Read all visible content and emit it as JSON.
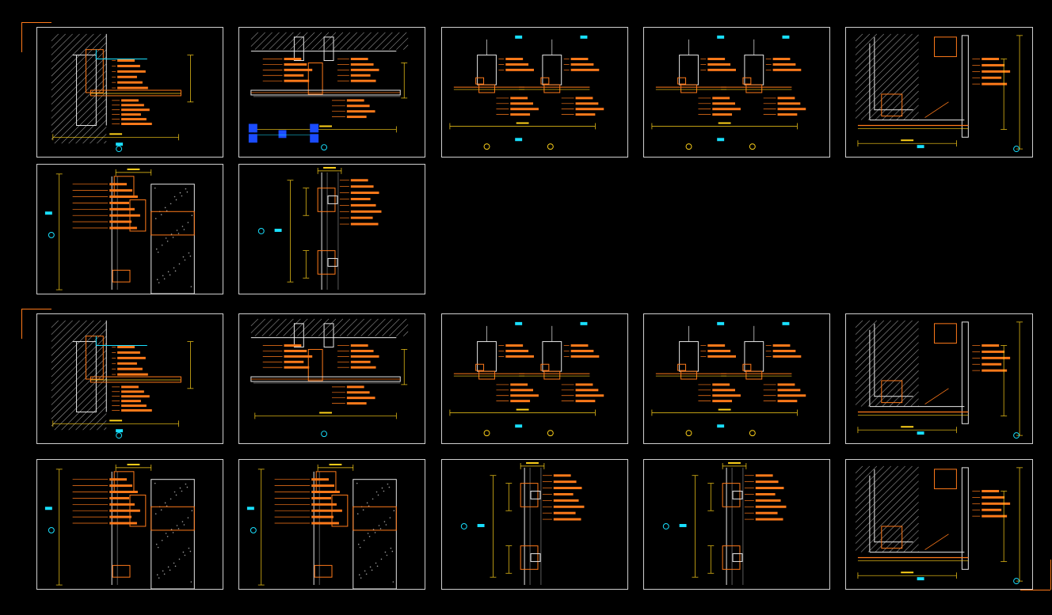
{
  "sheet": {
    "background": "#000000",
    "frame_color": "#cfcfcf",
    "accent_color": "#ff7a1a",
    "yellow_color": "#ffd21a",
    "cyan_color": "#19e0ff",
    "blue_color": "#1b4cff"
  },
  "groups": [
    {
      "name": "upper-group",
      "rows": [
        {
          "panels": [
            "ceiling-wall-junction",
            "ceiling-partition-junction",
            "twin-profile-details",
            "twin-profile-details",
            "corner-wall-detail"
          ]
        },
        {
          "panels": [
            "vertical-frame-section",
            "vertical-profile-section"
          ]
        }
      ]
    },
    {
      "name": "lower-group",
      "rows": [
        {
          "panels": [
            "ceiling-wall-junction",
            "ceiling-partition-junction",
            "twin-profile-details",
            "twin-profile-details",
            "corner-wall-detail"
          ]
        },
        {
          "panels": [
            "vertical-frame-section",
            "vertical-frame-section",
            "vertical-profile-section",
            "vertical-profile-section",
            "corner-wall-detail"
          ]
        }
      ]
    }
  ]
}
